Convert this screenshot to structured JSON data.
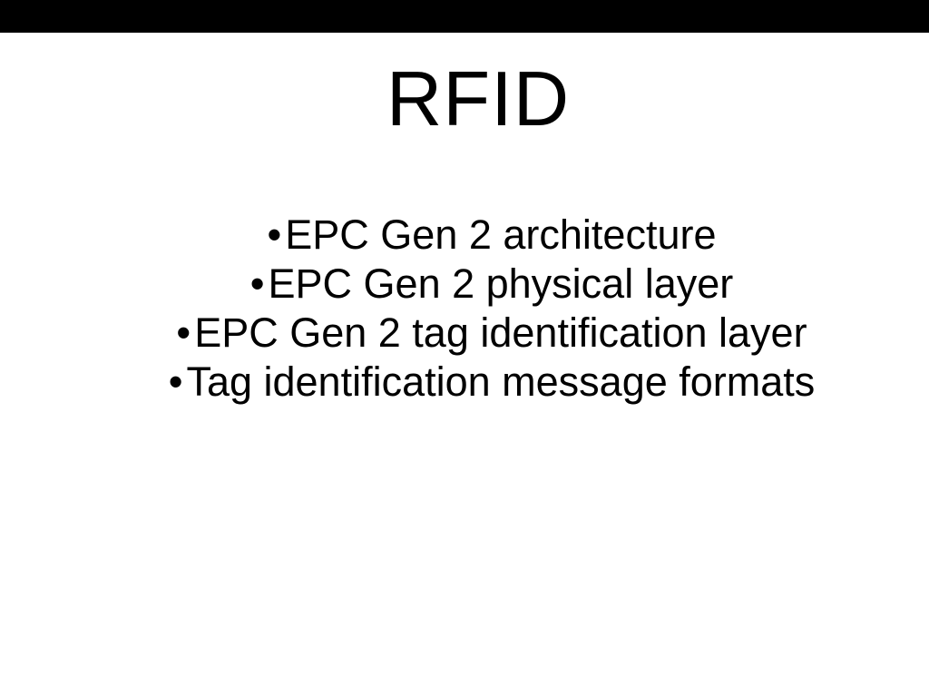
{
  "slide": {
    "title": "RFID",
    "bullet_char": "•",
    "bullets": [
      {
        "label": "EPC Gen 2 architecture"
      },
      {
        "label": "EPC Gen 2 physical layer"
      },
      {
        "label": "EPC Gen 2 tag identification layer"
      },
      {
        "label": "Tag identification message formats"
      }
    ]
  },
  "colors": {
    "background": "#ffffff",
    "text": "#000000",
    "top_bar": "#000000"
  }
}
